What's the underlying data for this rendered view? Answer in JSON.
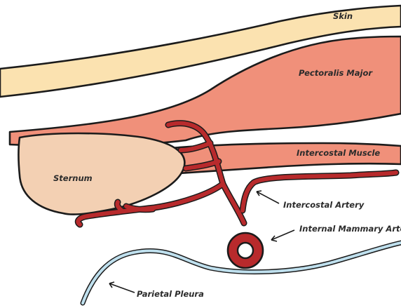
{
  "labels": {
    "skin": "Skin",
    "pectoralis": "Pectoralis Major",
    "intercostal_muscle": "Intercostal Muscle",
    "sternum": "Sternum",
    "intercostal_artery": "Intercostal Artery",
    "internal_mammary_artery": "Internal Mammary Artery",
    "parietal_pleura": "Parietal Pleura"
  },
  "colors": {
    "skin": "#fbe2b0",
    "muscle": "#f0907a",
    "sternum": "#f3d0b3",
    "artery": "#b82a2c",
    "pleura": "#bfe0ee",
    "outline": "#1b1b1b"
  }
}
